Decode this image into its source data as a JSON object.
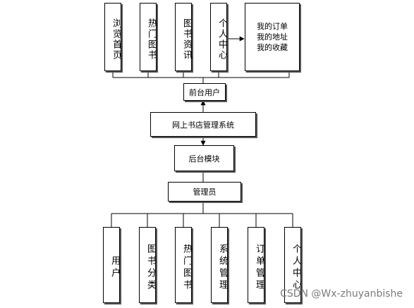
{
  "top_nodes": [
    {
      "id": "browse",
      "label": "浏览首页"
    },
    {
      "id": "hot_books",
      "label": "热门图书"
    },
    {
      "id": "book_news",
      "label": "图书资讯"
    },
    {
      "id": "personal",
      "label": "个人中心"
    }
  ],
  "personal_detail": {
    "lines": [
      "我的订单",
      "我的地址",
      "我的收藏"
    ]
  },
  "center_nodes": {
    "frontend_user": "前台用户",
    "system": "网上书店管理系统",
    "backend": "后台模块",
    "admin": "管理员"
  },
  "bottom_nodes": [
    {
      "id": "users",
      "label": "用户"
    },
    {
      "id": "categories",
      "label": "图书分类"
    },
    {
      "id": "hot",
      "label": "热门图书"
    },
    {
      "id": "sysmgmt",
      "label": "系统管理"
    },
    {
      "id": "orders",
      "label": "订单管理"
    },
    {
      "id": "personal2",
      "label": "个人中心"
    }
  ],
  "watermark": "CSDN @Wx-zhuyanbishe",
  "colors": {
    "line": "#000000",
    "shadow": "#555555",
    "watermark": "#7a7a7a"
  }
}
